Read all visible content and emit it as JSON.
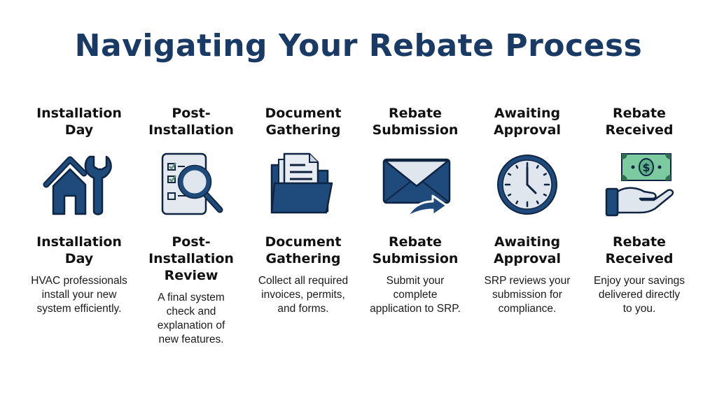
{
  "title": "Navigating Your Rebate Process",
  "colors": {
    "title": "#1a3a66",
    "icon_primary": "#1f4a7c",
    "icon_outline": "#0f2440",
    "icon_light": "#dfe6ee",
    "money_green": "#7ccaa0",
    "check_green": "#5e8f74"
  },
  "steps": [
    {
      "title": "Installation\nDay",
      "icon": "house-wrench-icon",
      "heading": "Installation\nDay",
      "description": "HVAC professionals\ninstall your new\nsystem efficiently."
    },
    {
      "title": "Post-\nInstallation",
      "icon": "checklist-magnifier-icon",
      "heading": "Post-\nInstallation\nReview",
      "description": "A final system\ncheck and\nexplanation of\nnew features."
    },
    {
      "title": "Document\nGathering",
      "icon": "folder-documents-icon",
      "heading": "Document\nGathering",
      "description": "Collect all required\ninvoices, permits,\nand forms."
    },
    {
      "title": "Rebate\nSubmission",
      "icon": "envelope-send-icon",
      "heading": "Rebate\nSubmission",
      "description": "Submit your\ncomplete\napplication to SRP."
    },
    {
      "title": "Awaiting\nApproval",
      "icon": "clock-icon",
      "heading": "Awaiting\nApproval",
      "description": "SRP reviews your\nsubmission for\ncompliance."
    },
    {
      "title": "Rebate\nReceived",
      "icon": "hand-money-icon",
      "heading": "Rebate\nReceived",
      "description": "Enjoy your savings\ndelivered directly\nto you."
    }
  ]
}
